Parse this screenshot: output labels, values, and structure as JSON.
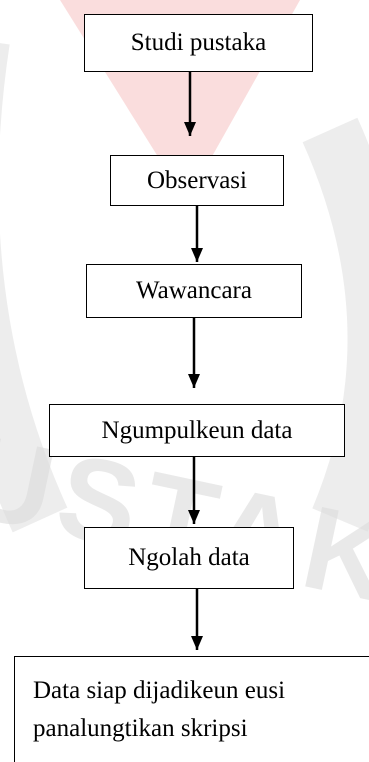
{
  "watermark": {
    "text": "PUSTAKA",
    "color": "#d9d9d9"
  },
  "flow": {
    "steps": [
      {
        "label": "Studi pustaka"
      },
      {
        "label": "Observasi"
      },
      {
        "label": "Wawancara"
      },
      {
        "label": "Ngumpulkeun data"
      },
      {
        "label": "Ngolah data"
      }
    ],
    "final": {
      "line1": "Data siap dijadikeun eusi",
      "line2": "panalungtikan skripsi"
    }
  }
}
